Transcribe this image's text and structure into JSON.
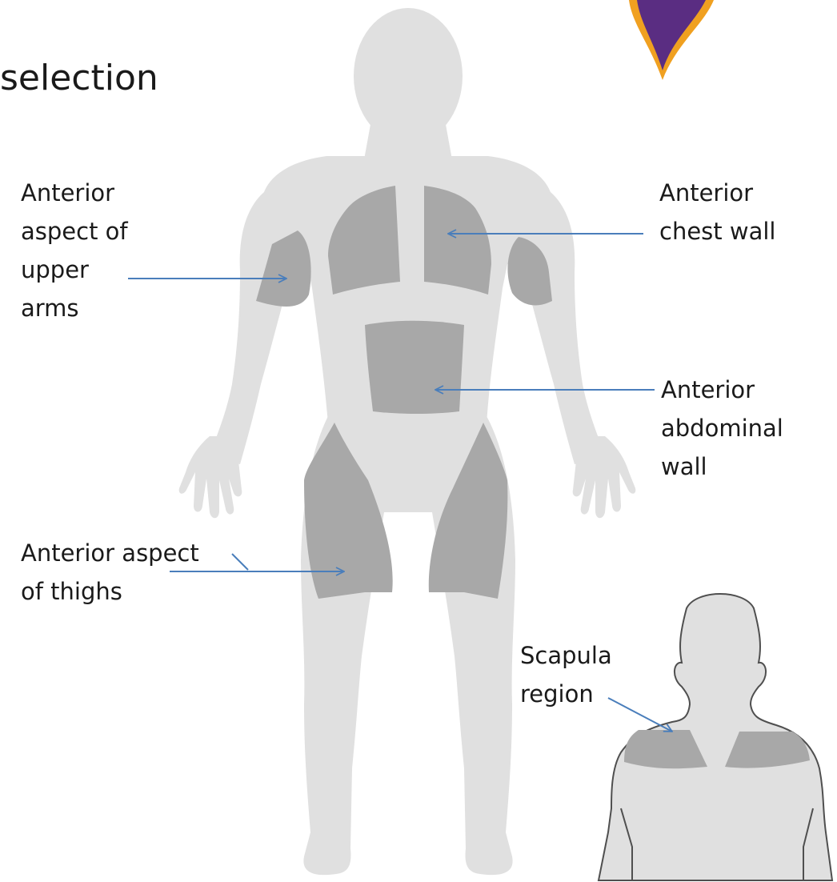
{
  "slide": {
    "title": "selection"
  },
  "labels": {
    "upper_arms": [
      "Anterior",
      "aspect of",
      "upper",
      "arms"
    ],
    "chest": [
      "Anterior",
      "chest wall"
    ],
    "abdomen": [
      "Anterior",
      "abdominal",
      "wall"
    ],
    "thighs": [
      "Anterior aspect",
      "of thighs"
    ],
    "scapula": [
      "Scapula",
      "region"
    ]
  },
  "colors": {
    "body_silhouette": "#e0e0e0",
    "highlight_region": "#a8a8a8",
    "arrow": "#4a7ebb",
    "logo_purple": "#5a2d82",
    "logo_orange": "#f0a020"
  }
}
